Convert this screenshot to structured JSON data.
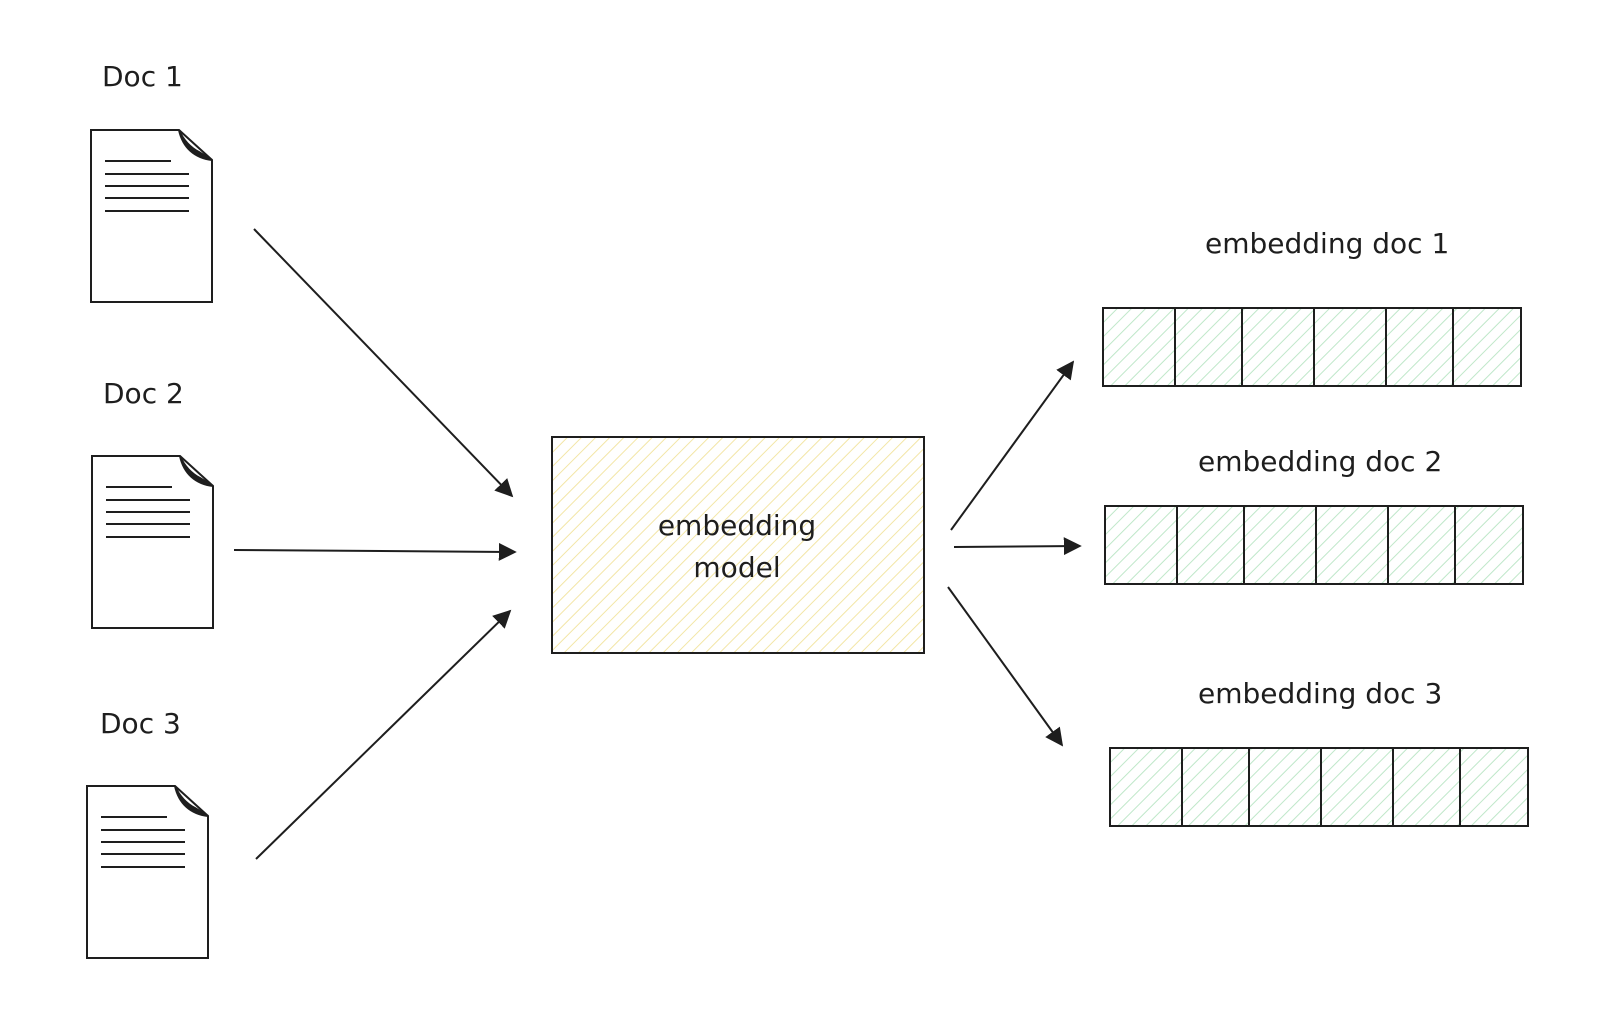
{
  "documents": [
    {
      "label": "Doc 1"
    },
    {
      "label": "Doc 2"
    },
    {
      "label": "Doc 3"
    }
  ],
  "model": {
    "line1": "embedding",
    "line2": "model"
  },
  "embeddings": [
    {
      "label": "embedding doc 1",
      "cells": 6
    },
    {
      "label": "embedding doc 2",
      "cells": 6
    },
    {
      "label": "embedding doc 3",
      "cells": 6
    }
  ],
  "colors": {
    "stroke": "#1e1e1e",
    "model_hatch": "#f5e7a8",
    "embedding_hatch": "#b9e5c4"
  },
  "icons": {
    "document": "document-icon",
    "arrow": "arrow-icon"
  }
}
